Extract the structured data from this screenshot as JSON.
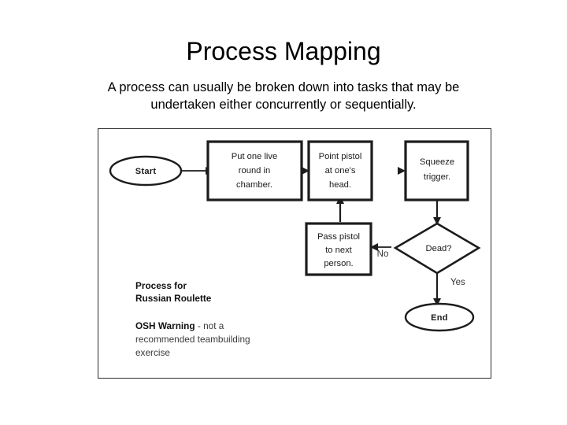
{
  "slide": {
    "title": "Process Mapping",
    "subtitle": "A process can usually be broken down into tasks that may be undertaken either concurrently or sequentially."
  },
  "diagram": {
    "nodes": {
      "start": "Start",
      "step1": {
        "line1": "Put one live",
        "line2": "round in",
        "line3": "chamber."
      },
      "step2": {
        "line1": "Point pistol",
        "line2": "at one's",
        "line3": "head."
      },
      "step3": {
        "line1": "Squeeze",
        "line2": "trigger."
      },
      "decision": "Dead?",
      "step4": {
        "line1": "Pass pistol",
        "line2": "to next",
        "line3": "person."
      },
      "end": "End"
    },
    "branch_labels": {
      "no": "No",
      "yes": "Yes"
    },
    "caption": {
      "line1": "Process for",
      "line2": "Russian Roulette",
      "warning_label": "OSH Warning",
      "warning_rest": " - not a",
      "warning_line2": "recommended teambuilding",
      "warning_line3": "exercise"
    },
    "colors": {
      "stroke": "#1c1c1c",
      "frame": "#2b2b2b",
      "text": "#1a1a1a",
      "background": "#ffffff"
    }
  }
}
